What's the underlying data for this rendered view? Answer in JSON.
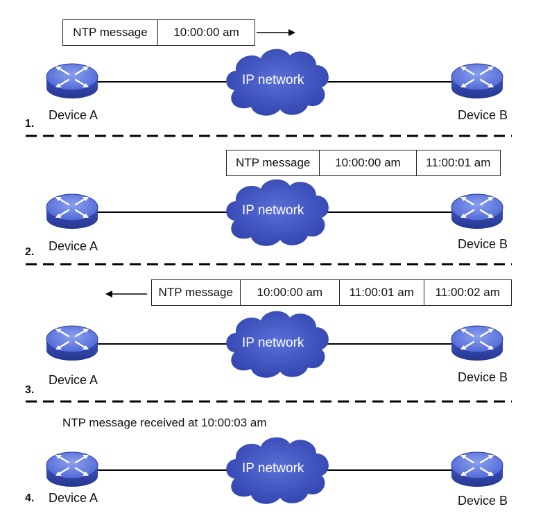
{
  "colors": {
    "router_body": "#3f55c2",
    "router_top": "#6c86e4",
    "cloud": "#3a4fc0",
    "divider": "#000000",
    "text": "#111111"
  },
  "panels": [
    {
      "step": "1.",
      "device_a": "Device A",
      "device_b": "Device B",
      "cloud_label": "IP network",
      "message": {
        "cells": [
          "NTP message",
          "10:00:00 am"
        ],
        "arrow": "right"
      }
    },
    {
      "step": "2.",
      "device_a": "Device A",
      "device_b": "Device B",
      "cloud_label": "IP network",
      "message": {
        "cells": [
          "NTP message",
          "10:00:00 am",
          "11:00:01 am"
        ],
        "arrow": "none"
      }
    },
    {
      "step": "3.",
      "device_a": "Device A",
      "device_b": "Device B",
      "cloud_label": "IP network",
      "message": {
        "cells": [
          "NTP message",
          "10:00:00 am",
          "11:00:01 am",
          "11:00:02 am"
        ],
        "arrow": "left"
      }
    },
    {
      "step": "4.",
      "device_a": "Device A",
      "device_b": "Device B",
      "cloud_label": "IP network",
      "note": "NTP message received at 10:00:03 am"
    }
  ]
}
